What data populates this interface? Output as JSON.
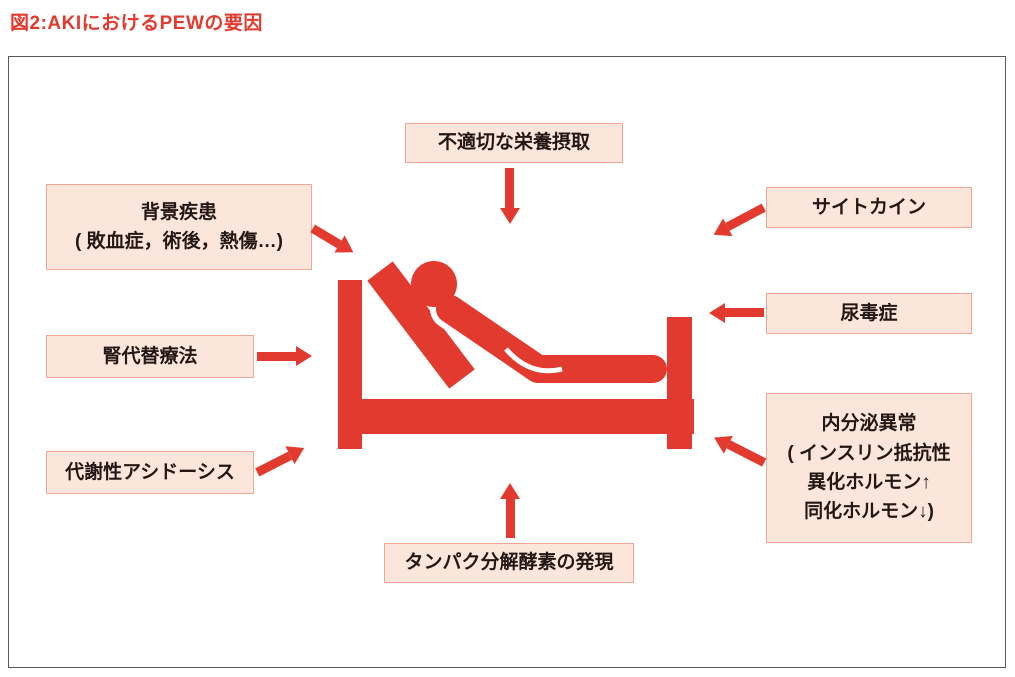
{
  "title": "図2:AKIにおけるPEWの要因",
  "colors": {
    "accent": "#e23a2e",
    "box_bg": "#fce5da",
    "box_border": "#f0a793",
    "frame_border": "#595757",
    "text": "#231815"
  },
  "diagram": {
    "center_figure": "patient-lying-in-hospital-bed",
    "factors": [
      {
        "id": "nutrition",
        "position": "top-center",
        "arrow_direction": "down",
        "lines": [
          "不適切な栄養摂取"
        ]
      },
      {
        "id": "background-disease",
        "position": "upper-left",
        "arrow_direction": "down-right",
        "lines": [
          "背景疾患",
          "( 敗血症，術後，熱傷…)"
        ]
      },
      {
        "id": "cytokine",
        "position": "upper-right",
        "arrow_direction": "down-left",
        "lines": [
          "サイトカイン"
        ]
      },
      {
        "id": "renal-replacement-therapy",
        "position": "middle-left",
        "arrow_direction": "right",
        "lines": [
          "腎代替療法"
        ]
      },
      {
        "id": "uremia",
        "position": "middle-right",
        "arrow_direction": "left",
        "lines": [
          "尿毒症"
        ]
      },
      {
        "id": "metabolic-acidosis",
        "position": "lower-left",
        "arrow_direction": "up-right",
        "lines": [
          "代謝性アシドーシス"
        ]
      },
      {
        "id": "endocrine-abnormality",
        "position": "lower-right",
        "arrow_direction": "up-left",
        "lines": [
          "内分泌異常",
          "( インスリン抵抗性",
          "異化ホルモン↑",
          "同化ホルモン↓)"
        ]
      },
      {
        "id": "protease-expression",
        "position": "bottom-center",
        "arrow_direction": "up",
        "lines": [
          "タンパク分解酵素の発現"
        ]
      }
    ]
  }
}
